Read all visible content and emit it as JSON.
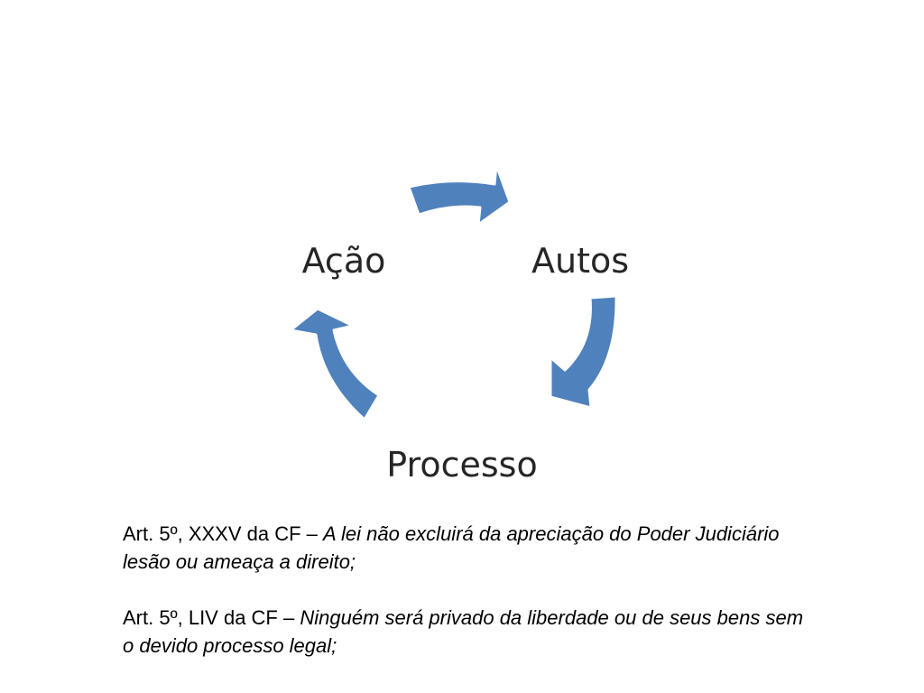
{
  "diagram": {
    "nodes": {
      "acao": "Ação",
      "autos": "Autos",
      "processo": "Processo"
    },
    "arrow_color": "#4f81bd",
    "arrow_outline_color": "#ffffff",
    "arrows": [
      {
        "from": "Ação",
        "to": "Autos"
      },
      {
        "from": "Autos",
        "to": "Processo"
      },
      {
        "from": "Processo",
        "to": "Ação"
      }
    ]
  },
  "articles": [
    {
      "reference": "Art. 5º, XXXV da CF –",
      "text": "A lei não excluirá da apreciação do Poder Judiciário lesão ou ameaça a direito;"
    },
    {
      "reference": "Art. 5º, LIV da CF –",
      "text": "Ninguém será privado da liberdade ou de seus bens sem o devido processo legal;"
    }
  ]
}
